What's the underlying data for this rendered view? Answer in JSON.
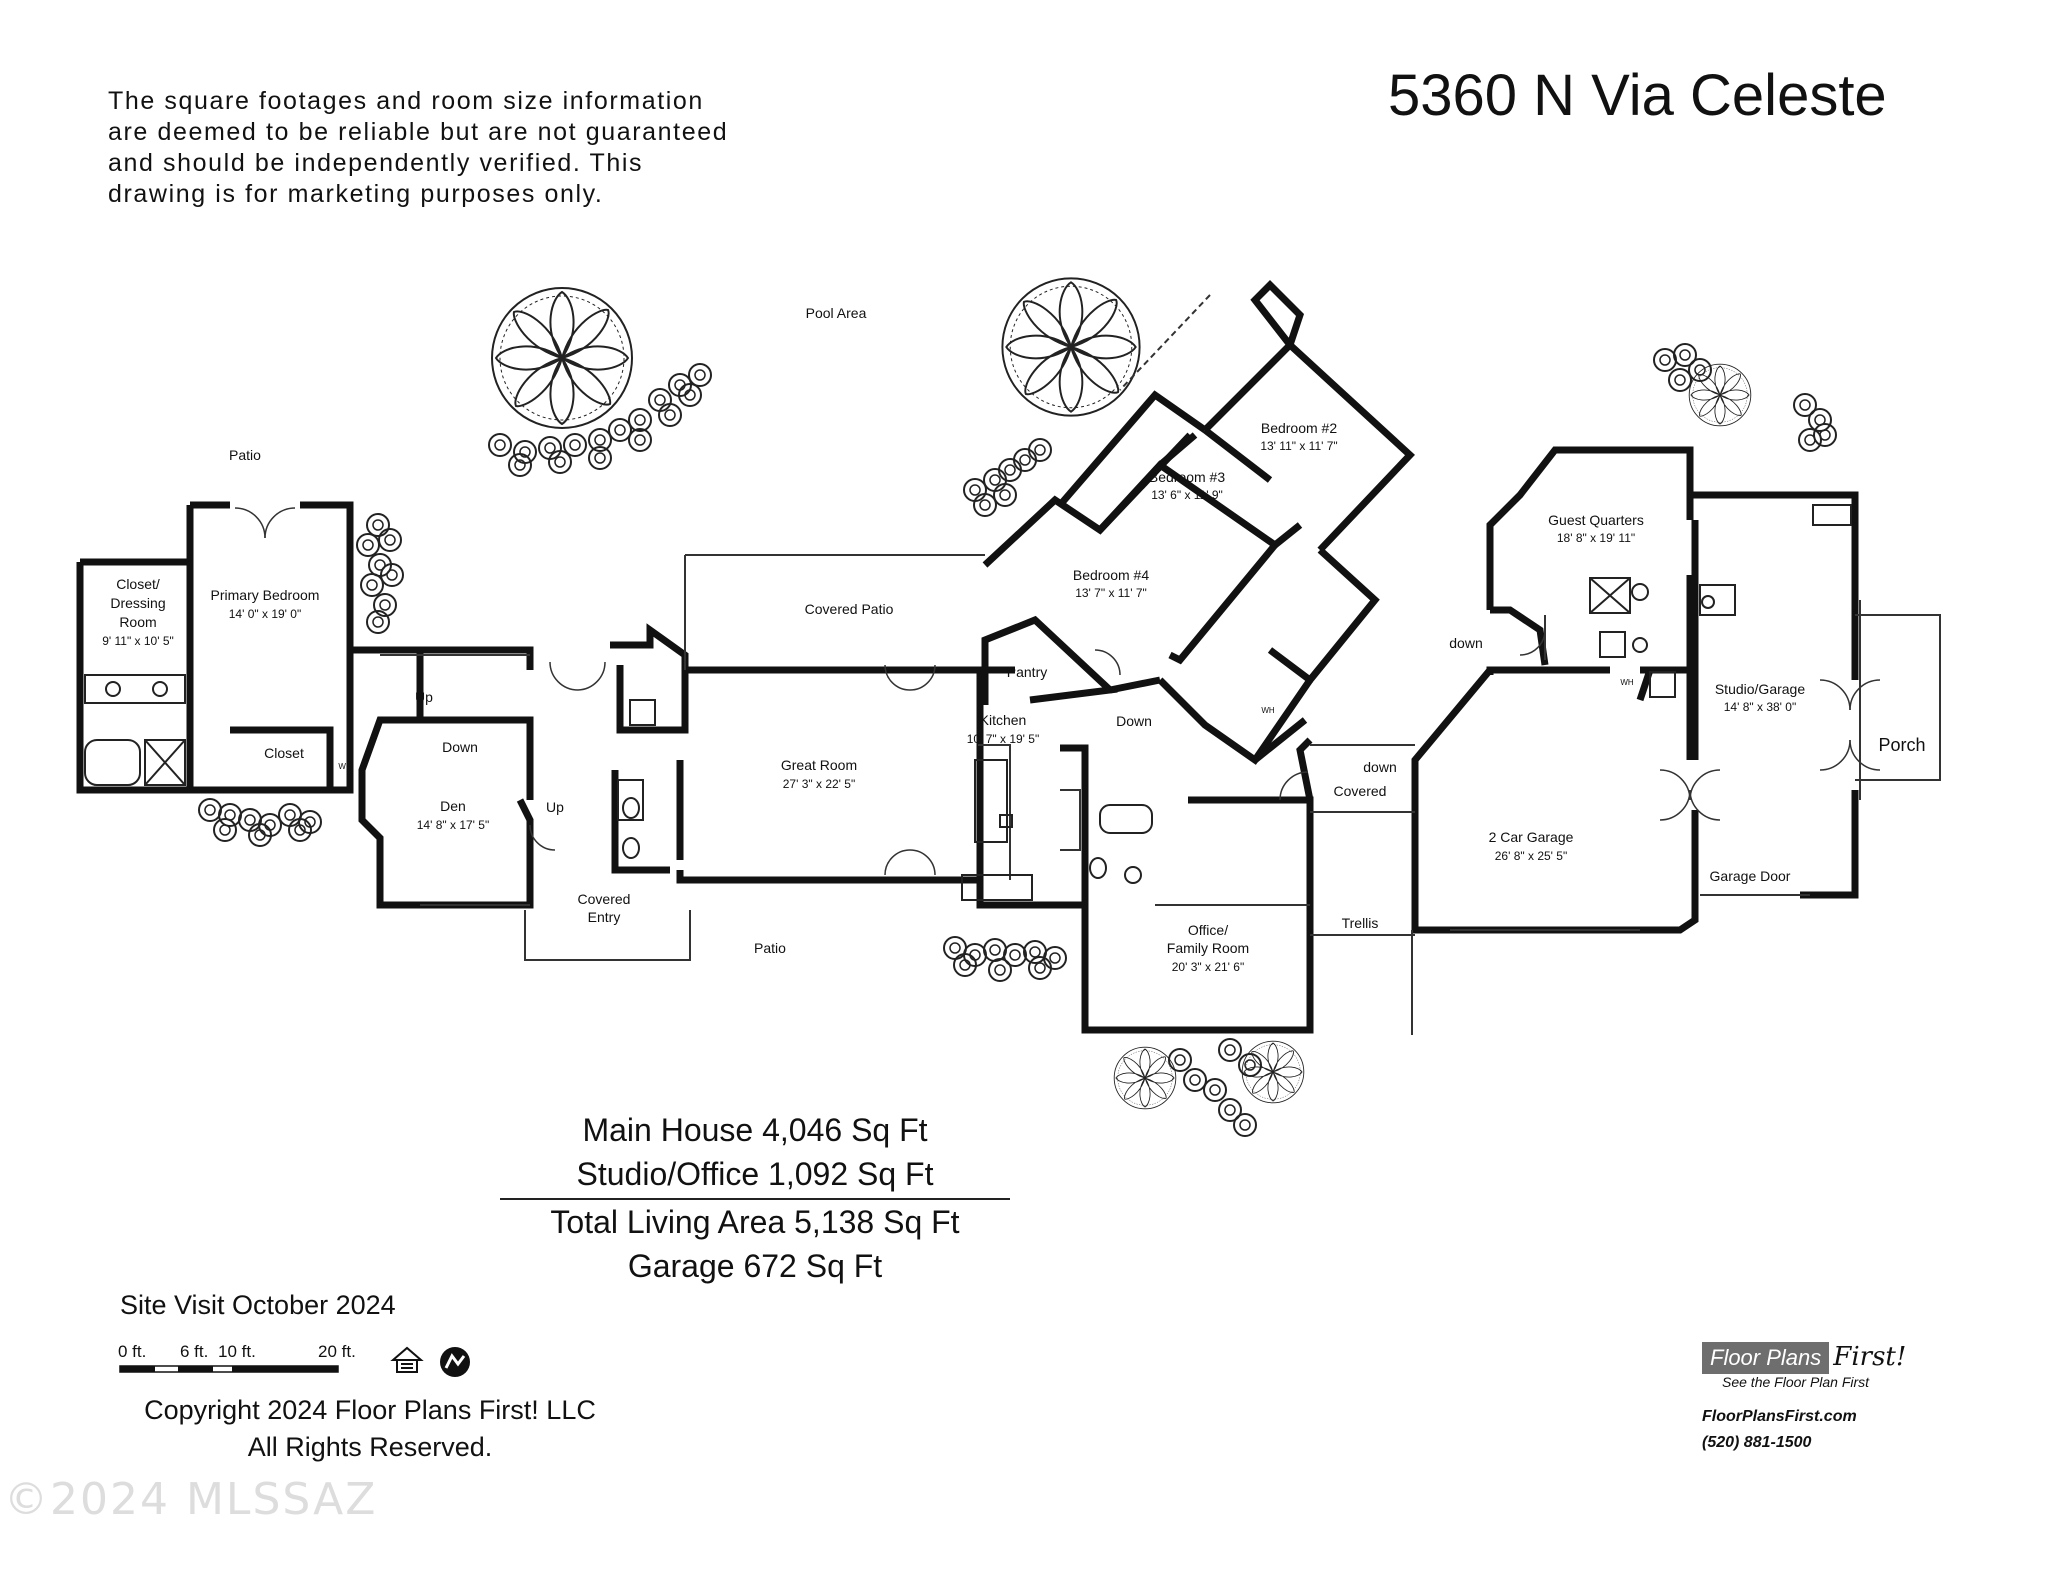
{
  "title": "5360 N Via Celeste",
  "disclaimer": [
    "The square footages and room size information",
    "are deemed to be reliable but are not guaranteed",
    "and should be independently verified. This",
    "drawing is for marketing purposes only."
  ],
  "labels": {
    "pool_area": "Pool Area",
    "patio_top": "Patio",
    "closet_dressing": [
      "Closet/",
      "Dressing",
      "Room",
      "9' 11\" x 10' 5\""
    ],
    "primary_bedroom": [
      "Primary Bedroom",
      "14' 0\" x 19' 0\""
    ],
    "closet": "Closet",
    "den": [
      "Den",
      "14' 8\" x 17' 5\""
    ],
    "up1": "Up",
    "up2": "Up",
    "down_den": "Down",
    "covered_entry": [
      "Covered",
      "Entry"
    ],
    "patio_bottom": "Patio",
    "covered_patio": "Covered Patio",
    "great_room": [
      "Great Room",
      "27' 3\" x 22' 5\""
    ],
    "kitchen": [
      "Kitchen",
      "10' 7\" x 19' 5\""
    ],
    "pantry": "Pantry",
    "bedroom4": [
      "Bedroom #4",
      "13' 7\" x 11' 7\""
    ],
    "bedroom3": [
      "Bedroom #3",
      "13' 6\" x 11' 9\""
    ],
    "bedroom2": [
      "Bedroom #2",
      "13' 11\" x 11' 7\""
    ],
    "down_hall": "Down",
    "office": [
      "Office/",
      "Family Room",
      "20' 3\" x 21' 6\""
    ],
    "guest_quarters": [
      "Guest Quarters",
      "18' 8\" x 19' 11\""
    ],
    "down_guest": "down",
    "down_covered": "down",
    "covered": "Covered",
    "trellis": "Trellis",
    "garage": [
      "2 Car Garage",
      "26' 8\" x 25' 5\""
    ],
    "studio_garage": [
      "Studio/Garage",
      "14' 8\" x 38' 0\""
    ],
    "porch": "Porch",
    "garage_door": "Garage Door",
    "wh": "WH"
  },
  "stats": {
    "main_house": "Main House 4,046 Sq Ft",
    "studio_office": "Studio/Office 1,092 Sq Ft",
    "total": "Total Living Area 5,138 Sq Ft",
    "garage": "Garage 672 Sq Ft"
  },
  "site_visit": "Site Visit October 2024",
  "scale": [
    "0 ft.",
    "6 ft.",
    "10 ft.",
    "20 ft."
  ],
  "copyright": [
    "Copyright 2024 Floor Plans First! LLC",
    "All Rights Reserved."
  ],
  "logo": {
    "name_box": "Floor Plans",
    "name_script": "First!",
    "tagline": "See the Floor Plan First",
    "url": "FloorPlansFirst.com",
    "phone": "(520) 881-1500"
  },
  "watermark": "©2024 MLSSAZ",
  "icons": [
    "equal-housing-icon",
    "realtor-icon",
    "tree-icon",
    "shrub-icon"
  ]
}
